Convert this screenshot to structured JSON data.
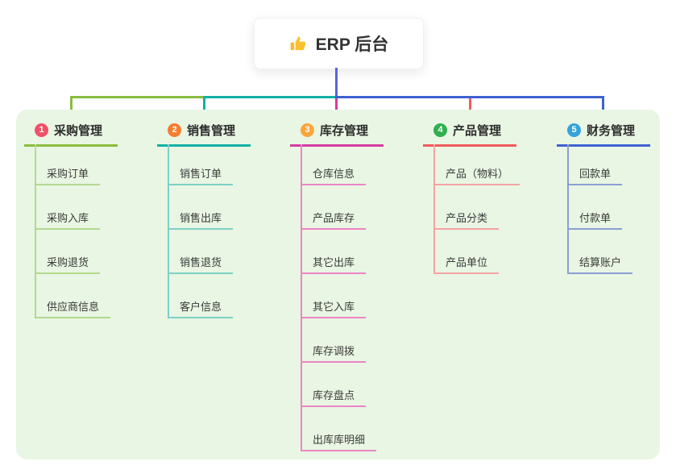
{
  "root": {
    "label": "ERP 后台",
    "icon": "thumbs-up-icon"
  },
  "palette": {
    "page_bg": "#ffffff",
    "panel_bg": "#e8f6e3",
    "root_line": "#5b65d9",
    "title_text": "#2d2d2d",
    "child_text": "#3a3a3a"
  },
  "branches": [
    {
      "index": "1",
      "title": "采购管理",
      "badge_color": "#f2506a",
      "line_color": "#8abd3e",
      "child_line_color": "#b4d98e",
      "children": [
        "采购订单",
        "采购入库",
        "采购退货",
        "供应商信息"
      ]
    },
    {
      "index": "2",
      "title": "销售管理",
      "badge_color": "#f87d2f",
      "line_color": "#14b0a5",
      "child_line_color": "#7fd0c8",
      "children": [
        "销售订单",
        "销售出库",
        "销售退货",
        "客户信息"
      ]
    },
    {
      "index": "3",
      "title": "库存管理",
      "badge_color": "#fba53b",
      "line_color": "#d63ba3",
      "child_line_color": "#ee85c4",
      "children": [
        "仓库信息",
        "产品库存",
        "其它出库",
        "其它入库",
        "库存调拨",
        "库存盘点",
        "出库库明细"
      ]
    },
    {
      "index": "4",
      "title": "产品管理",
      "badge_color": "#30b050",
      "line_color": "#f35b5e",
      "child_line_color": "#f5a3a3",
      "children": [
        "产品（物料）",
        "产品分类",
        "产品单位"
      ]
    },
    {
      "index": "5",
      "title": "财务管理",
      "badge_color": "#35a3dd",
      "line_color": "#3f62d2",
      "child_line_color": "#8b9fd6",
      "children": [
        "回款单",
        "付款单",
        "结算账户"
      ]
    }
  ]
}
